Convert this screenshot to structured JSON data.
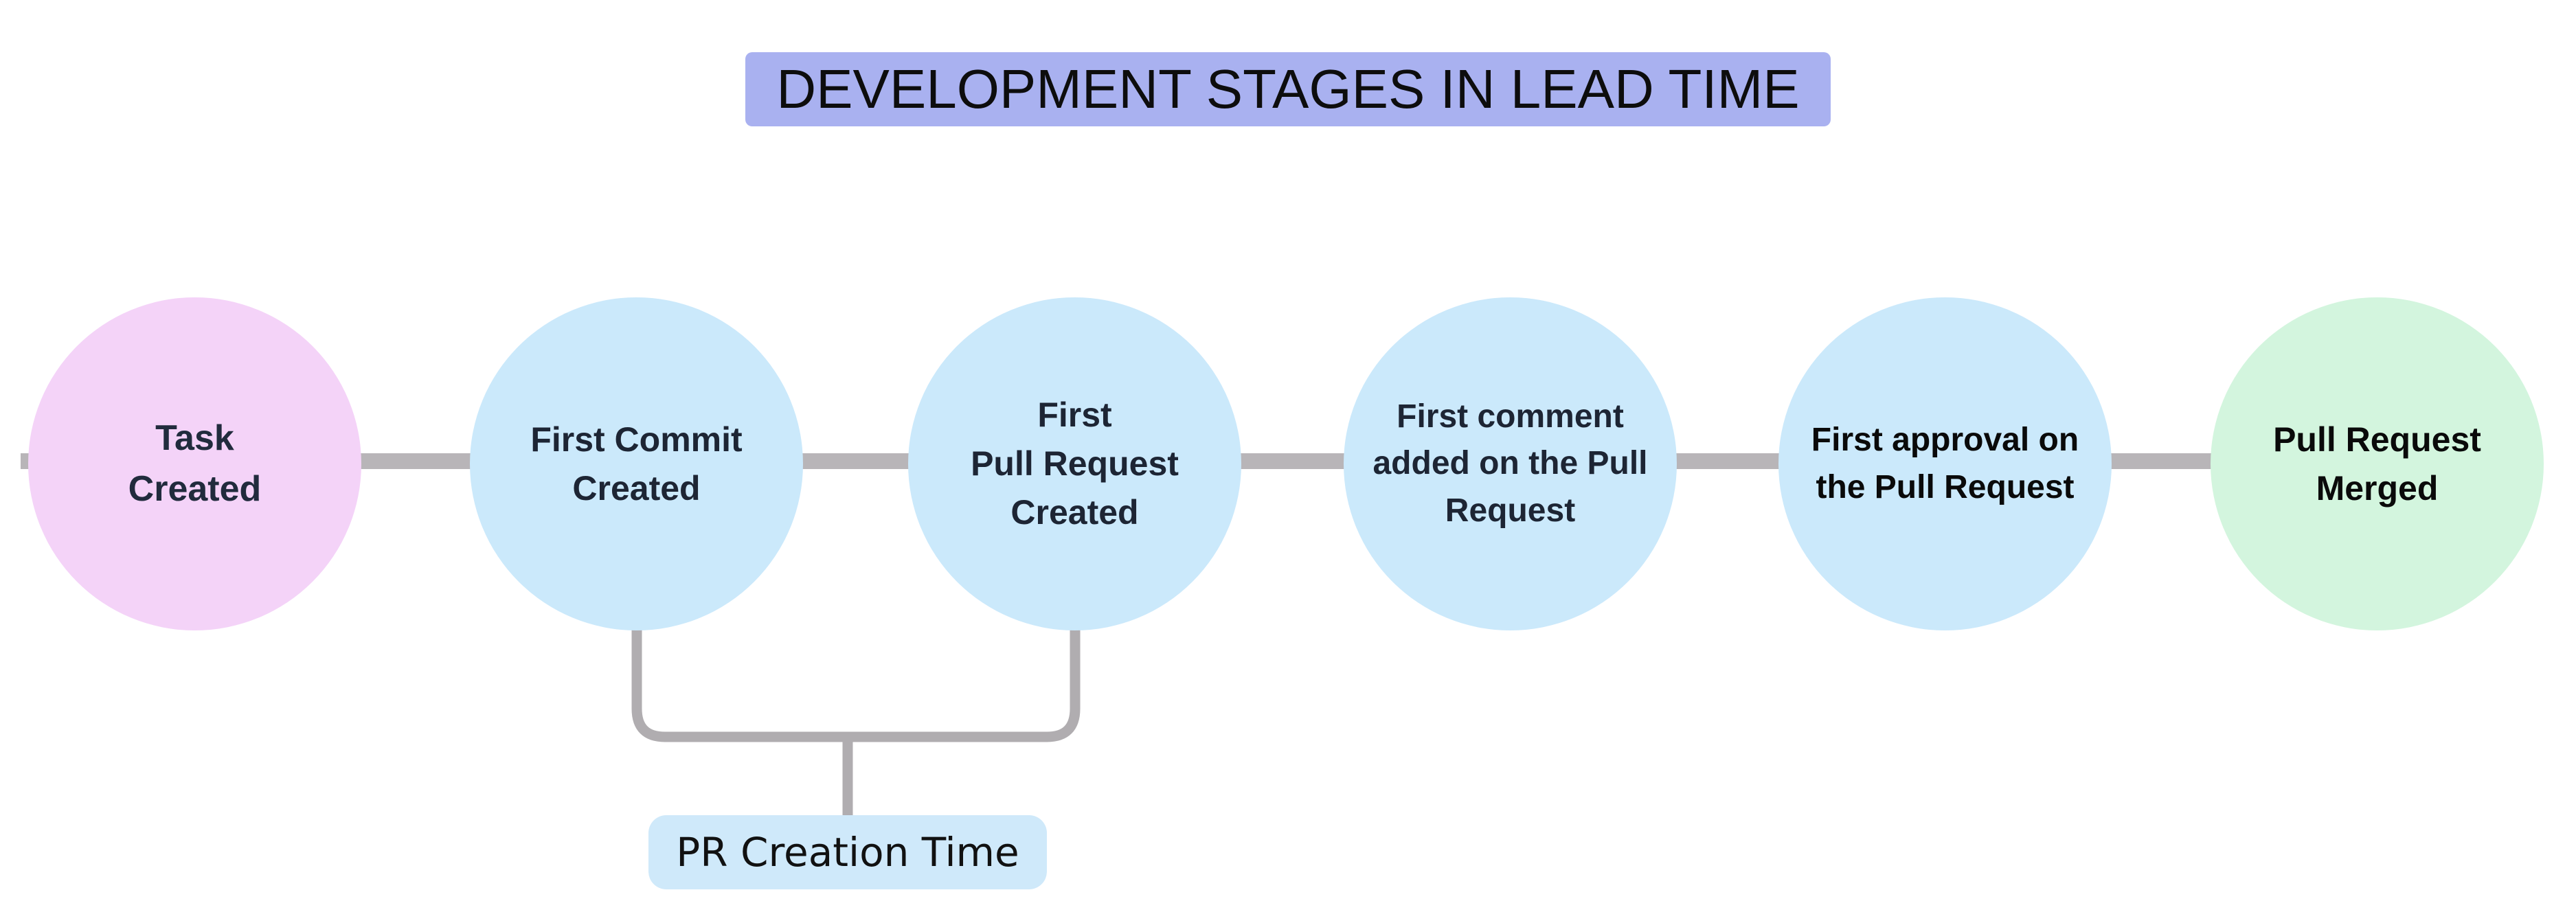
{
  "title": {
    "text": "DEVELOPMENT STAGES IN LEAD TIME",
    "bg_color": "#a9b1f0",
    "text_color": "#0d0d0d"
  },
  "stages": [
    {
      "lines": [
        "Task",
        "Created"
      ],
      "fill": "#f4d3f8",
      "text_color": "#212b3d"
    },
    {
      "lines": [
        "First Commit",
        "Created"
      ],
      "fill": "#cbe9fb",
      "text_color": "#1d2534"
    },
    {
      "lines": [
        "First",
        "Pull Request",
        "Created"
      ],
      "fill": "#cbe9fb",
      "text_color": "#1d2534"
    },
    {
      "lines": [
        "First comment",
        "added on the Pull",
        "Request"
      ],
      "fill": "#cbe9fb",
      "text_color": "#1d2534"
    },
    {
      "lines": [
        "First approval on",
        "the Pull Request"
      ],
      "fill": "#cbe9fb",
      "text_color": "#0a0a0a"
    },
    {
      "lines": [
        "Pull Request",
        "Merged"
      ],
      "fill": "#d3f5de",
      "text_color": "#0a0a0a"
    }
  ],
  "annotation": {
    "label": "PR Creation Time",
    "bg_color": "#cfe9fa",
    "text_color": "#111111",
    "spans_stages": [
      "First Commit Created",
      "First Pull Request Created"
    ]
  },
  "colors": {
    "connector": "#b8b5b8",
    "bracket": "#b0adb0"
  }
}
